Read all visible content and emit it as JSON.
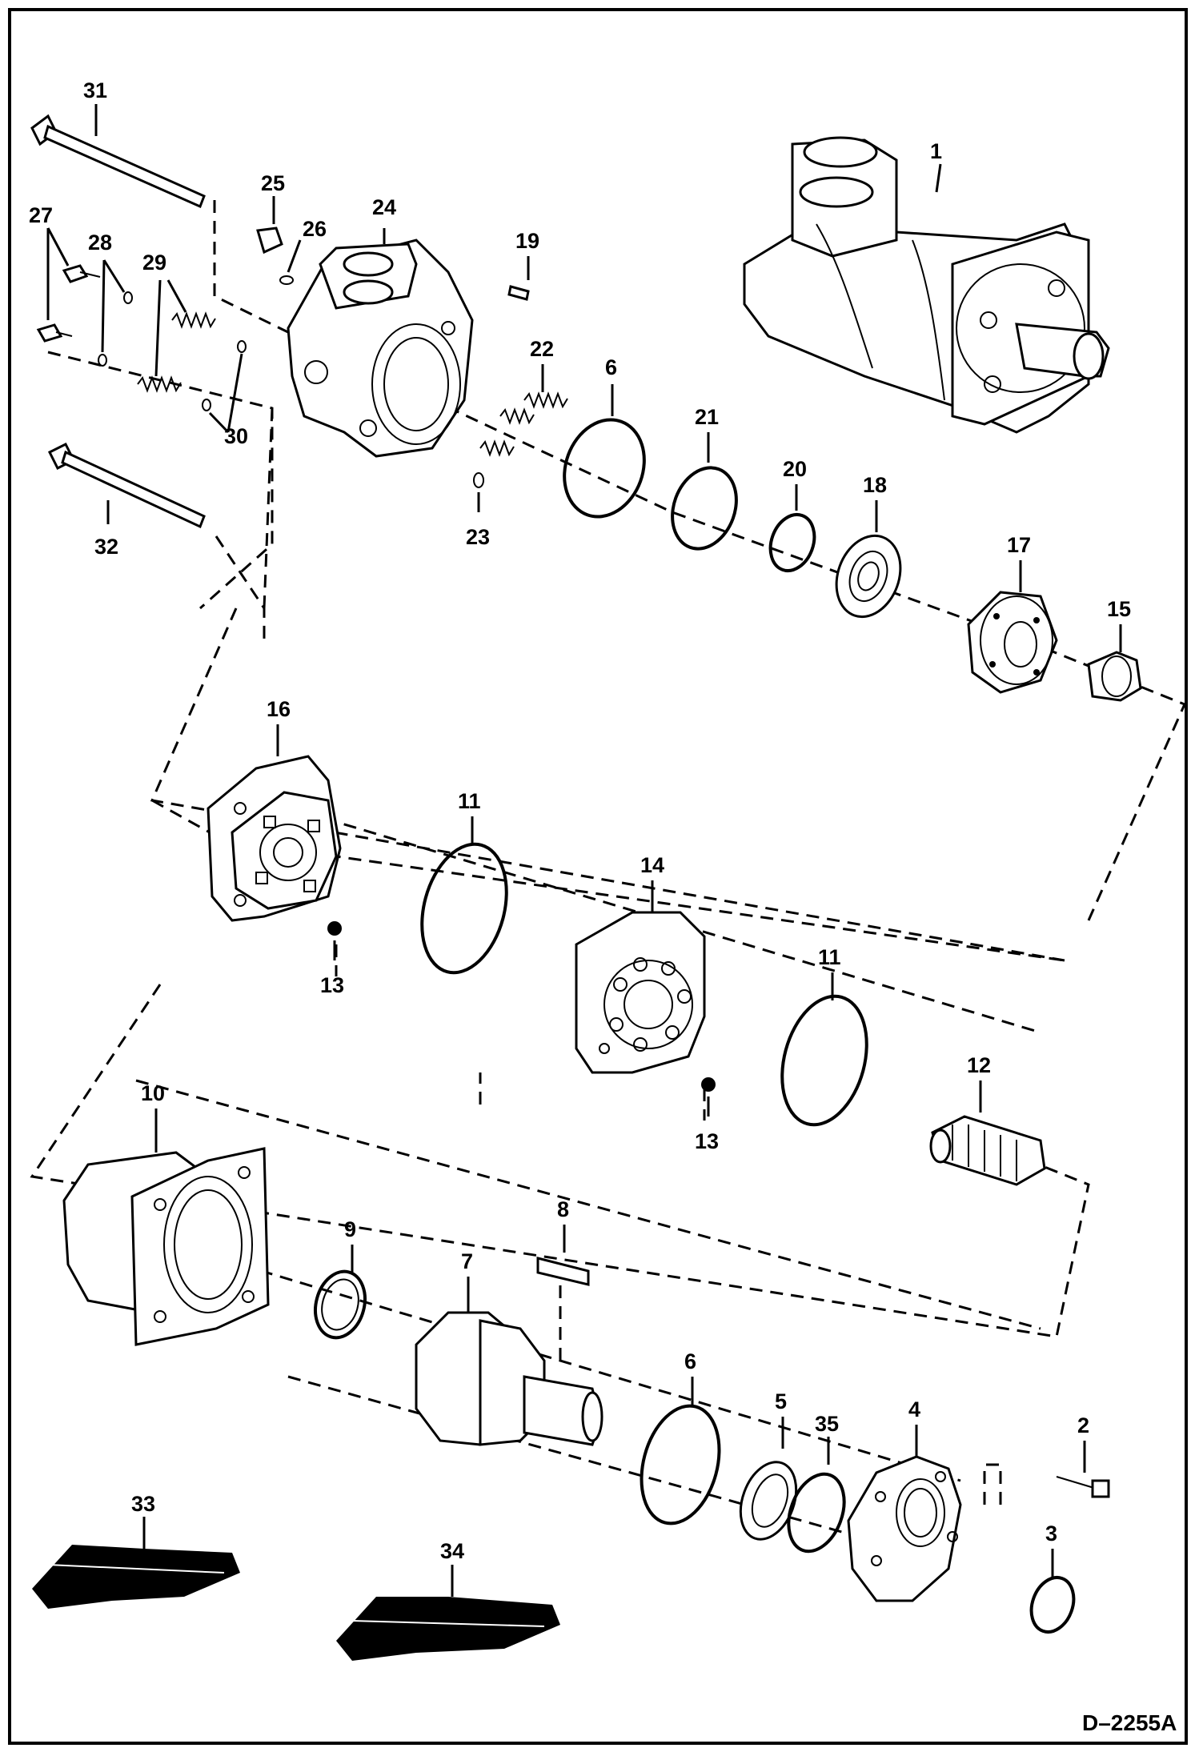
{
  "drawing": {
    "code": "D–2255A"
  },
  "callouts": [
    {
      "id": "c1",
      "text": "1"
    },
    {
      "id": "c2",
      "text": "2"
    },
    {
      "id": "c3",
      "text": "3"
    },
    {
      "id": "c4",
      "text": "4"
    },
    {
      "id": "c5",
      "text": "5"
    },
    {
      "id": "c6a",
      "text": "6"
    },
    {
      "id": "c6b",
      "text": "6"
    },
    {
      "id": "c7",
      "text": "7"
    },
    {
      "id": "c8",
      "text": "8"
    },
    {
      "id": "c9",
      "text": "9"
    },
    {
      "id": "c10",
      "text": "10"
    },
    {
      "id": "c11a",
      "text": "11"
    },
    {
      "id": "c11b",
      "text": "11"
    },
    {
      "id": "c12",
      "text": "12"
    },
    {
      "id": "c13a",
      "text": "13"
    },
    {
      "id": "c13b",
      "text": "13"
    },
    {
      "id": "c14",
      "text": "14"
    },
    {
      "id": "c15",
      "text": "15"
    },
    {
      "id": "c16",
      "text": "16"
    },
    {
      "id": "c17",
      "text": "17"
    },
    {
      "id": "c18",
      "text": "18"
    },
    {
      "id": "c19",
      "text": "19"
    },
    {
      "id": "c20",
      "text": "20"
    },
    {
      "id": "c21",
      "text": "21"
    },
    {
      "id": "c22",
      "text": "22"
    },
    {
      "id": "c23",
      "text": "23"
    },
    {
      "id": "c24",
      "text": "24"
    },
    {
      "id": "c25",
      "text": "25"
    },
    {
      "id": "c26",
      "text": "26"
    },
    {
      "id": "c27",
      "text": "27"
    },
    {
      "id": "c28",
      "text": "28"
    },
    {
      "id": "c29",
      "text": "29"
    },
    {
      "id": "c30",
      "text": "30"
    },
    {
      "id": "c31",
      "text": "31"
    },
    {
      "id": "c32",
      "text": "32"
    },
    {
      "id": "c33",
      "text": "33"
    },
    {
      "id": "c34",
      "text": "34"
    },
    {
      "id": "c35",
      "text": "35"
    }
  ]
}
